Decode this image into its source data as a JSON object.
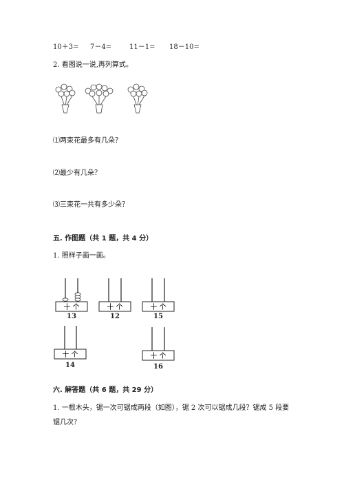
{
  "equations": [
    "10＋3=",
    "7－4=",
    "11－1=",
    "18－10="
  ],
  "q2": {
    "title": "2. 看图说一说,再列算式。",
    "sub1": "⑴两束花最多有几朵？",
    "sub2": "⑵最少有几朵？",
    "sub3": "⑶三束花一共有多少朵？"
  },
  "section5": {
    "heading": "五. 作图题（共 1 题，共 4 分）",
    "q1": "1. 照样子画一画。",
    "abacus": [
      {
        "number": "13",
        "label": "十 个"
      },
      {
        "number": "12",
        "label": "十 个"
      },
      {
        "number": "15",
        "label": "十 个"
      },
      {
        "number": "14",
        "label": "十 个"
      },
      {
        "number": "16",
        "label": "十 个"
      }
    ]
  },
  "section6": {
    "heading": "六. 解答题（共 6 题，共 29 分）",
    "q1_line1": "1. 一根木头，锯一次可锯成两段（如图），锯 2 次可以锯成几段？锯成 5 段要",
    "q1_line2": "锯几次？"
  }
}
